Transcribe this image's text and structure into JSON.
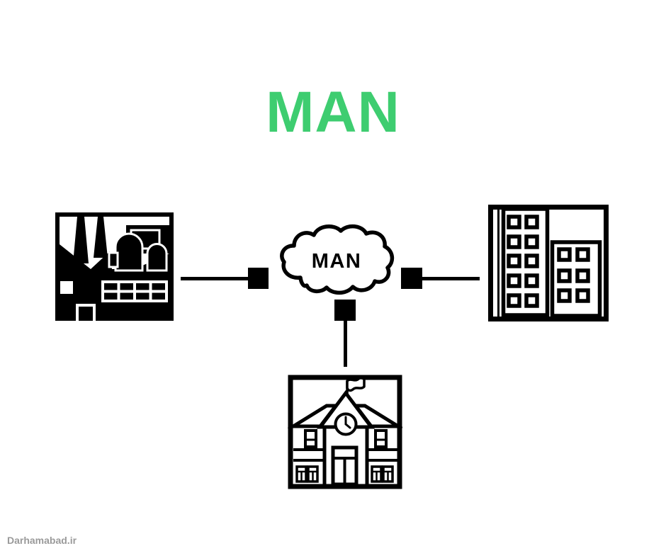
{
  "title": {
    "text": "MAN"
  },
  "cloud": {
    "label": "MAN"
  },
  "watermark": {
    "text": "Darhamabad.ir"
  },
  "colors": {
    "accent_green": "#3ecd70",
    "diagram_black": "#000000",
    "watermark_gray": "#9a9a9a",
    "background": "#ffffff"
  },
  "icons": {
    "factory": "factory-icon",
    "office": "office-building-icon",
    "school": "school-icon",
    "cloud": "cloud-icon",
    "node": "network-node-square"
  },
  "diagram": {
    "type": "network-topology",
    "network_label": "MAN",
    "connections": [
      {
        "from": "factory",
        "to": "cloud"
      },
      {
        "from": "office-building",
        "to": "cloud"
      },
      {
        "from": "school",
        "to": "cloud"
      }
    ]
  }
}
